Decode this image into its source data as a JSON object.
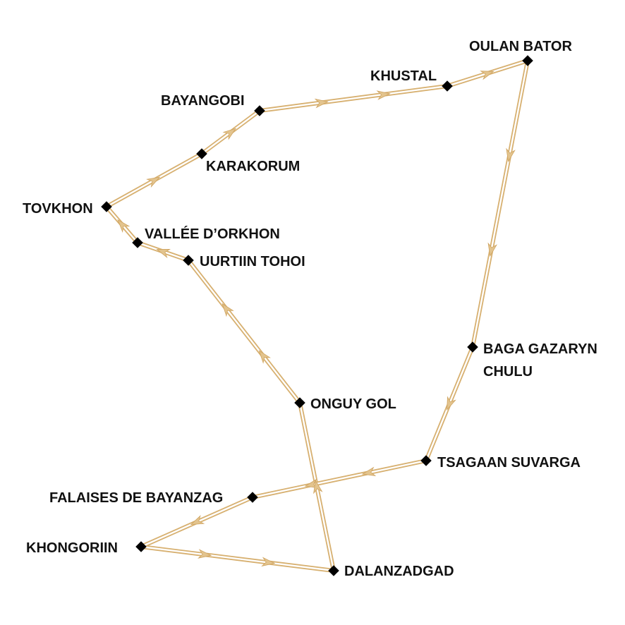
{
  "map": {
    "route_color": "#d7b070",
    "marker_color": "#000000",
    "places": [
      {
        "id": "oulan-bator",
        "name": "OULAN BATOR"
      },
      {
        "id": "khustal",
        "name": "KHUSTAL"
      },
      {
        "id": "bayangobi",
        "name": "BAYANGOBI"
      },
      {
        "id": "karakorum",
        "name": "KARAKORUM"
      },
      {
        "id": "tovkhon",
        "name": "TOVKHON"
      },
      {
        "id": "vallee-orkhon",
        "name": "VALLÉE D’ORKHON"
      },
      {
        "id": "uurtiin-tohoi",
        "name": "UURTIIN TOHOI"
      },
      {
        "id": "onguy-gol",
        "name": "ONGUY GOL"
      },
      {
        "id": "dalanzadgad",
        "name": "DALANZADGAD"
      },
      {
        "id": "khongoriin",
        "name": "KHONGORIIN"
      },
      {
        "id": "falaises-bayanzag",
        "name": "FALAISES DE BAYANZAG"
      },
      {
        "id": "tsagaan-suvarga",
        "name": "TSAGAAN SUVARGA"
      },
      {
        "id": "baga-gazaryn",
        "name": "BAGA GAZARYN",
        "name_line2": "CHULU"
      }
    ]
  }
}
